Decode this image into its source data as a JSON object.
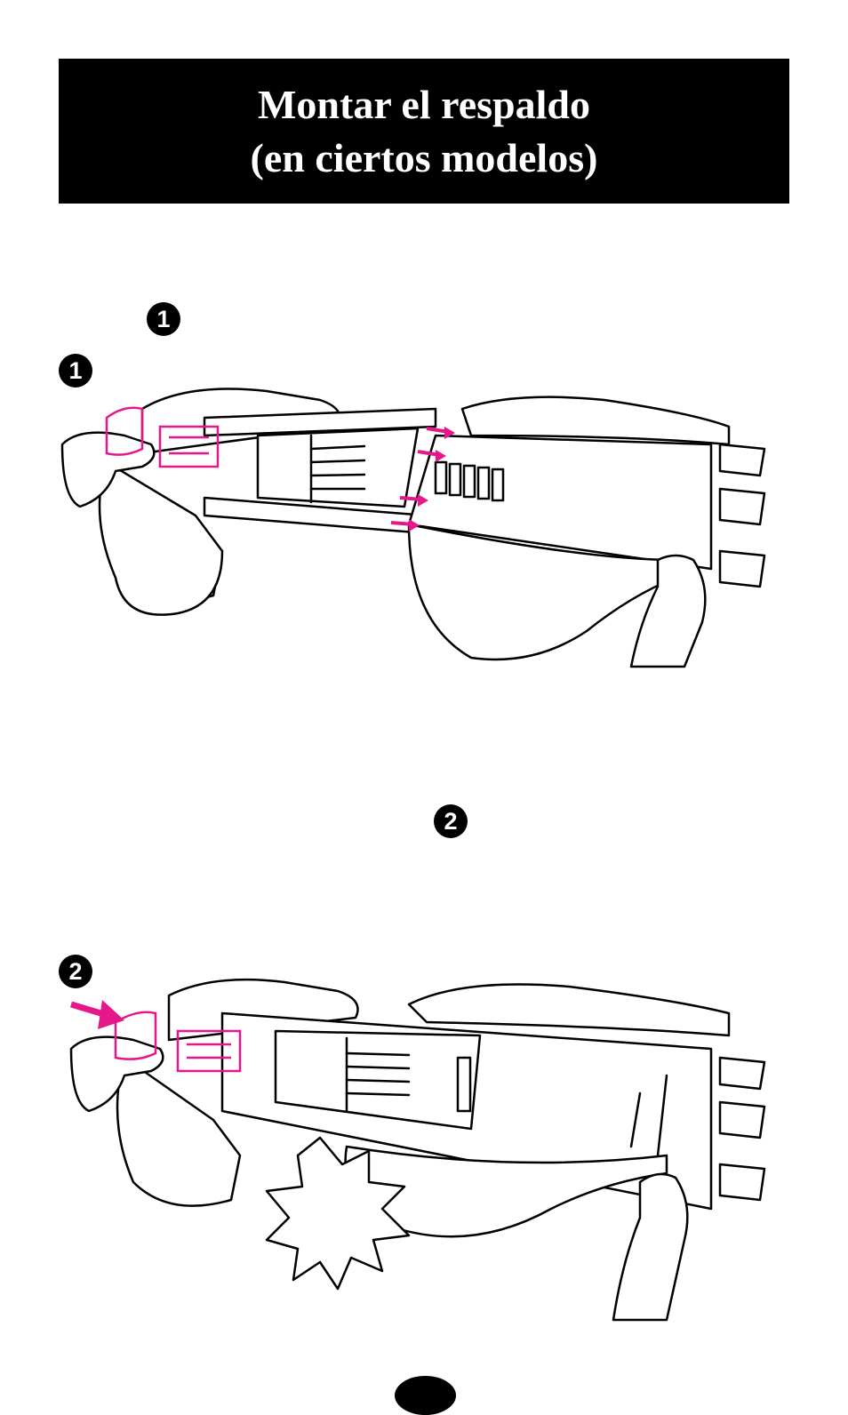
{
  "header": {
    "title_line1": "Montar el respaldo",
    "title_line2": "(en ciertos modelos)"
  },
  "steps": [
    {
      "number": "1"
    },
    {
      "number": "2"
    }
  ],
  "figures": [
    {
      "label": "1"
    },
    {
      "label": "2"
    }
  ],
  "colors": {
    "accent": "#e6178a",
    "banner": "#000000",
    "line": "#000000"
  }
}
